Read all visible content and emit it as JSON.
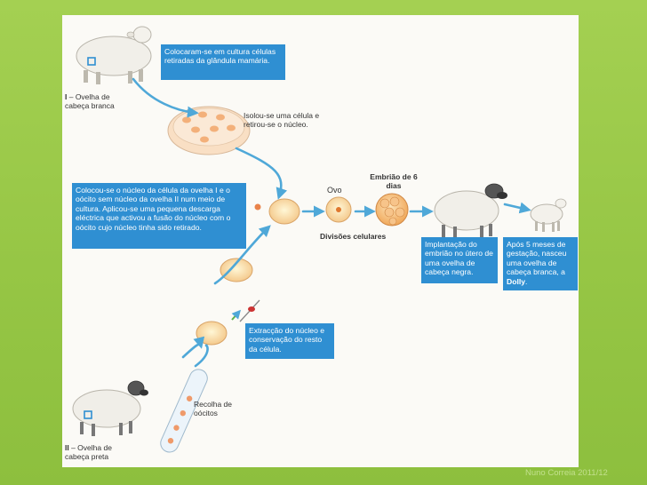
{
  "diagram": {
    "sheep_white_label": {
      "numeral": "I",
      "text": " – Ovelha de cabeça branca"
    },
    "sheep_black_label": {
      "numeral": "II",
      "text": " – Ovelha de cabeça preta"
    },
    "box_culture": "Colocaram-se em cultura células retiradas da glândula mamária.",
    "text_isolate": "Isolou-se uma célula e retirou-se o núcleo.",
    "box_fusion": "Colocou-se o núcleo da célula da ovelha I e o oócito sem núcleo da ovelha II num meio de cultura. Aplicou-se uma pequena descarga eléctrica que activou a fusão do núcleo com o oócito cujo núcleo tinha sido retirado.",
    "label_ovo": "Ovo",
    "label_embryo": "Embrião de 6 dias",
    "label_divisions": "Divisões celulares",
    "box_implant": "Implantação do embrião no útero de uma ovelha de cabeça negra.",
    "box_dolly_prefix": "Após 5 meses de gestação, nasceu uma ovelha de cabeça branca, a ",
    "box_dolly_name": "Dolly",
    "box_dolly_suffix": ".",
    "box_extraction": "Extracção do núcleo e conservação do resto da célula.",
    "text_collect": "Recolha de oócitos"
  },
  "colors": {
    "accent_box": "#2f8fd2",
    "arrow": "#4fa8d8",
    "background": "#9ccb4b"
  },
  "footer": {
    "credit": "Nuno Correia 2011/12"
  }
}
